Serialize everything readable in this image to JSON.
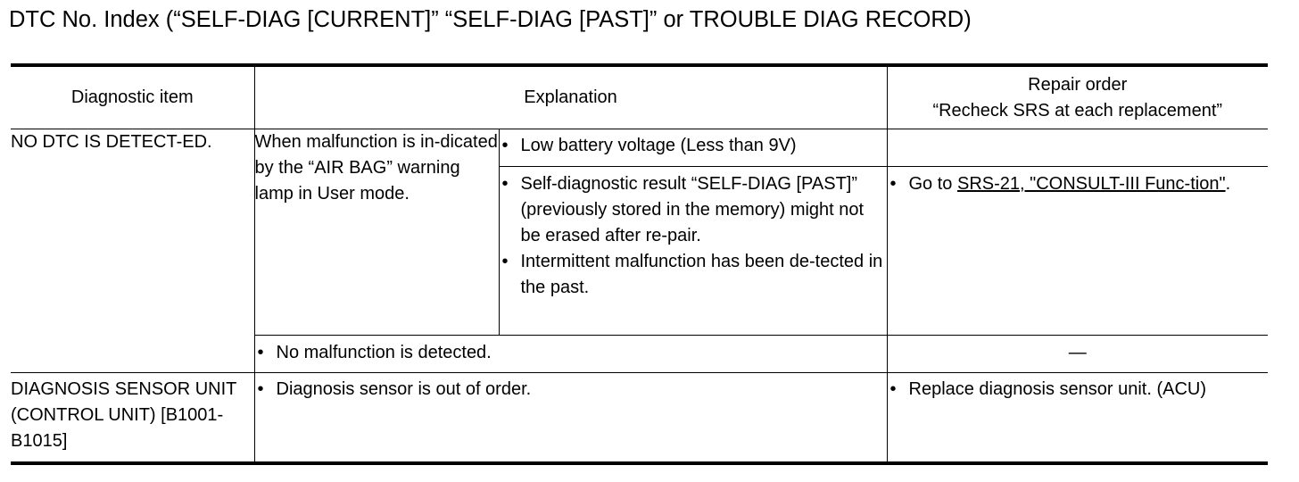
{
  "title": "DTC No. Index (“SELF-DIAG [CURRENT]” “SELF-DIAG [PAST]” or TROUBLE DIAG RECORD)",
  "headers": {
    "item": "Diagnostic item",
    "explanation": "Explanation",
    "repair_line1": "Repair order",
    "repair_line2": "“Recheck SRS at each replacement”"
  },
  "rows": {
    "no_dtc": {
      "item": "NO DTC IS DETECT-ED.",
      "condition": "When malfunction is in-dicated by the “AIR BAG” warning lamp in User mode.",
      "case1": "Low battery voltage (Less than 9V)",
      "case2_a": "Self-diagnostic result “SELF-DIAG [PAST]” (previously stored in the memory) might not be erased after re-pair.",
      "case2_b": "Intermittent malfunction has been de-tected in the past.",
      "repair2_prefix": "Go to ",
      "repair2_link": "SRS-21, \"CONSULT-III Func-tion\"",
      "repair2_suffix": ".",
      "case3": "No malfunction is detected.",
      "repair3": "—"
    },
    "sensor": {
      "item": "DIAGNOSIS SENSOR UNIT (CONTROL UNIT) [B1001-B1015]",
      "explanation": "Diagnosis sensor is out of order.",
      "repair": "Replace diagnosis sensor unit. (ACU)"
    }
  }
}
